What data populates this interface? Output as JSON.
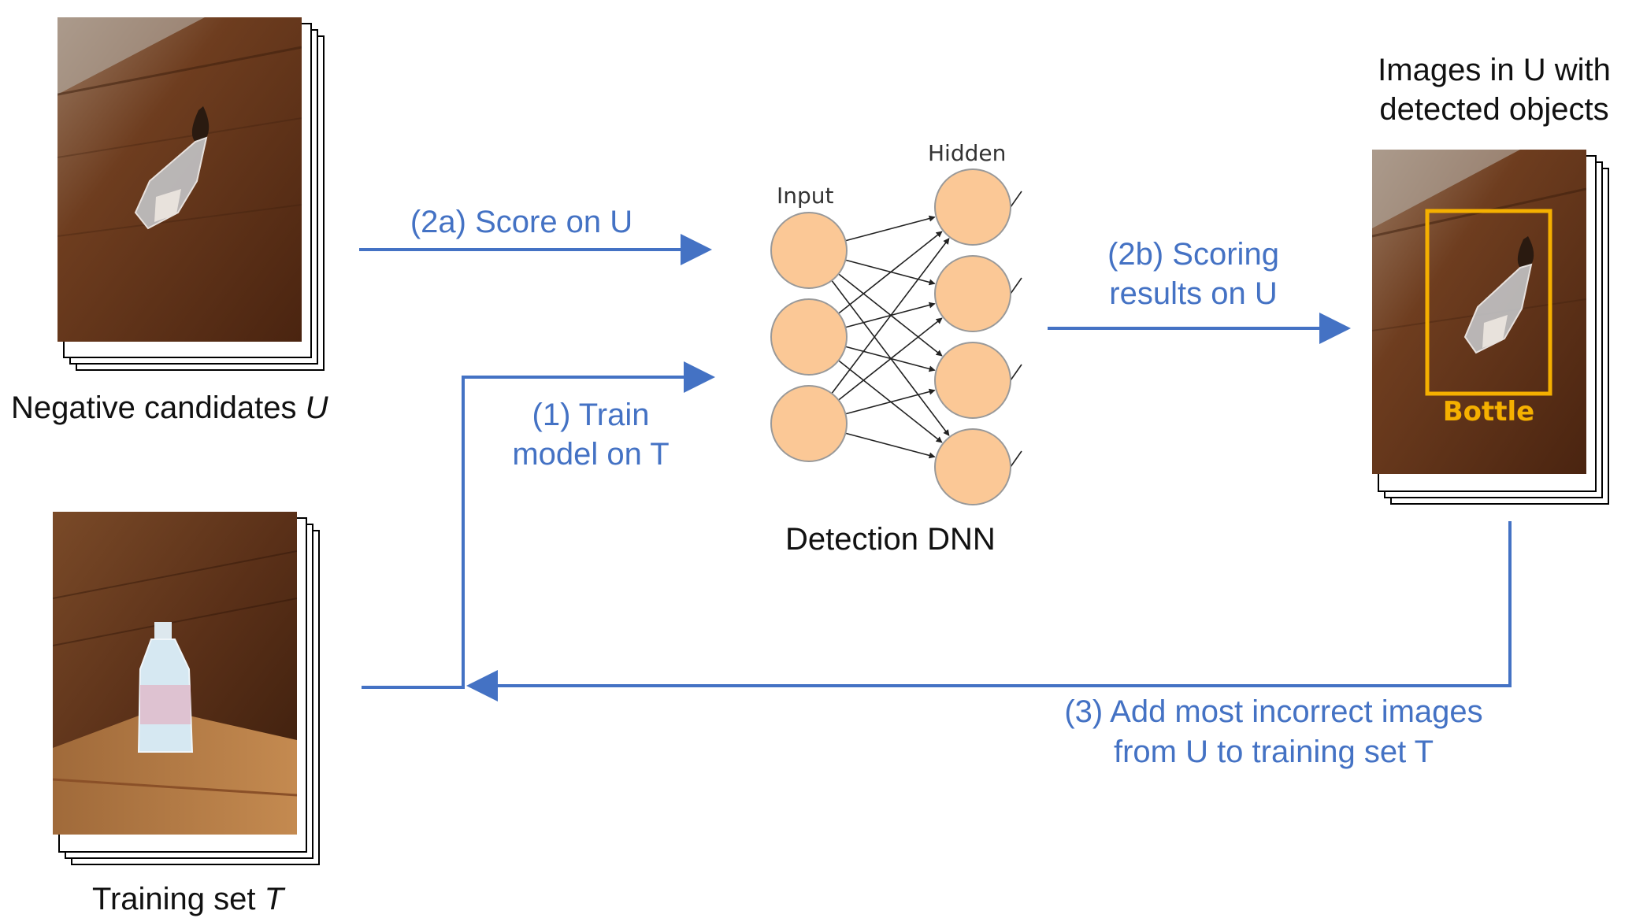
{
  "labels": {
    "negative_candidates": "Negative candidates ",
    "negative_candidates_var": "U",
    "training_set": "Training set ",
    "training_set_var": "T",
    "images_with_detections_line1": "Images in U with",
    "images_with_detections_line2": "detected objects",
    "detection_dnn": "Detection DNN"
  },
  "network": {
    "input_label": "Input",
    "hidden_label": "Hidden"
  },
  "steps": {
    "score_on_u": "(2a) Score on U",
    "scoring_results_line1": "(2b) Scoring",
    "scoring_results_line2": "results on U",
    "train_line1": "(1) Train",
    "train_line2": "model on T",
    "add_incorrect_line1": "(3) Add most incorrect images",
    "add_incorrect_line2": "from U to training set T"
  },
  "detection_box": {
    "class_label": "Bottle"
  },
  "colors": {
    "arrow": "#4472c4",
    "step_text": "#4472c4",
    "neuron_fill": "#fbc896",
    "neuron_stroke": "#999999",
    "bounding_box": "#f5b000",
    "wood": "#6b3a1e"
  }
}
